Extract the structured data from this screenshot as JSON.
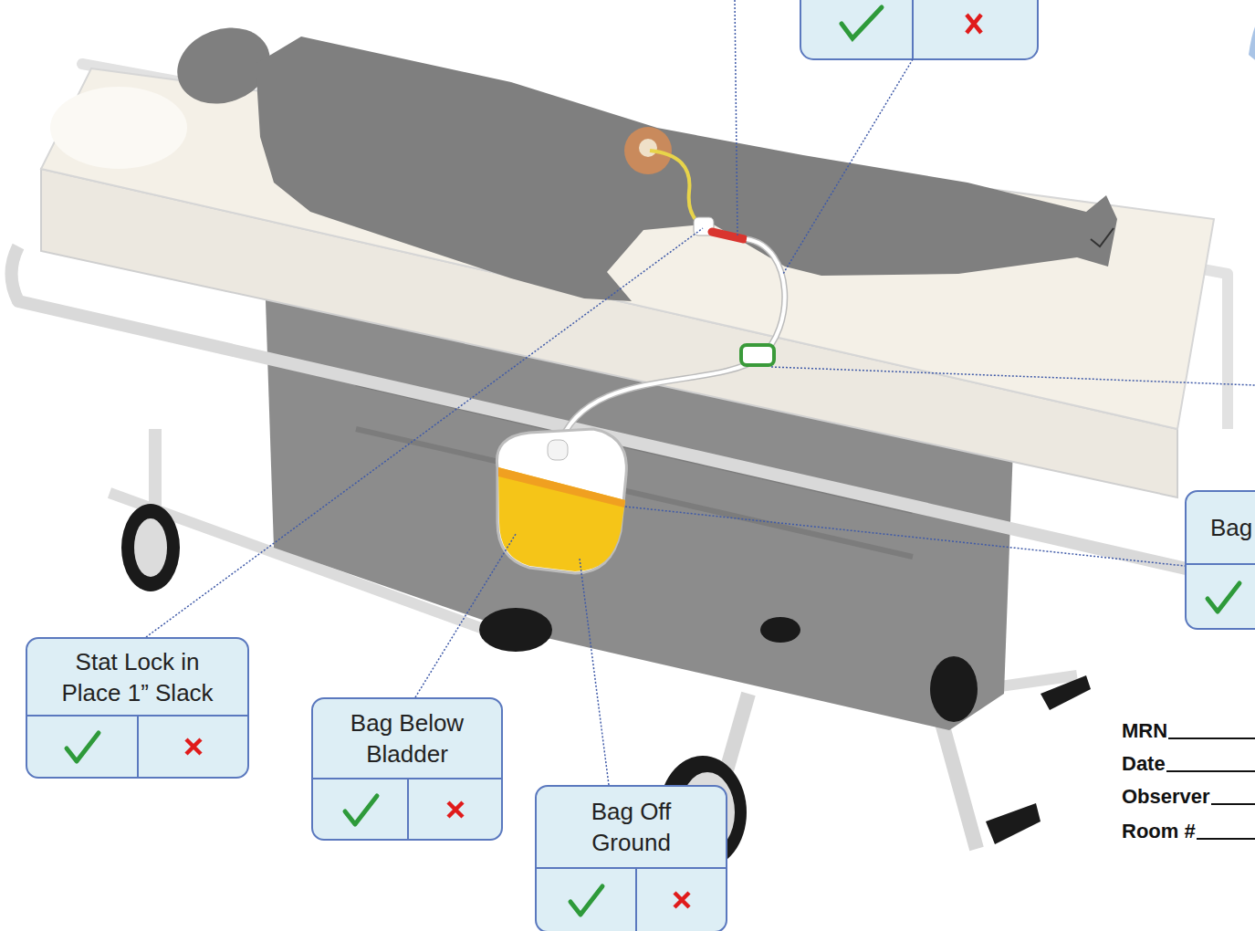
{
  "diagram": {
    "nodes": [
      {
        "text": [
          "Stat Lock in Place 1” Slack"
        ]
      },
      {
        "text": [
          "Bag Below Bladder"
        ]
      },
      {
        "text": [
          "Bag Off Ground"
        ]
      },
      {
        "text": [
          "Bag"
        ]
      }
    ],
    "labels": [
      "MRN",
      "Date",
      "Observer",
      "Room #"
    ]
  }
}
